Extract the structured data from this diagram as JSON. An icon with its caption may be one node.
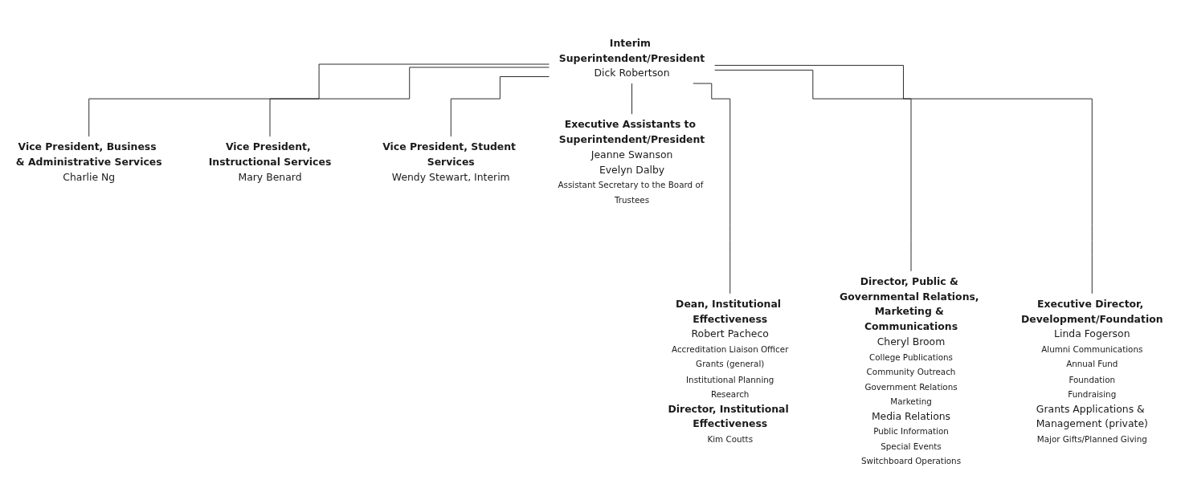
{
  "diagram": {
    "nodes": [
      {
        "text": [
          "Interim Superintendent/President",
          "Dick Robertson"
        ]
      },
      {
        "text": [
          "Vice President, Business & Administrative Services",
          "Charlie Ng"
        ]
      },
      {
        "text": [
          "Vice President, Instructional Services",
          "Mary Benard"
        ]
      },
      {
        "text": [
          "Vice President, Student Services",
          "Wendy Stewart, Interim"
        ]
      },
      {
        "text": [
          "Executive Assistants to Superintendent/President",
          "Jeanne Swanson",
          "Evelyn Dalby",
          "Assistant Secretary to the Board of Trustees"
        ]
      },
      {
        "text": [
          "Dean, Institutional Effectiveness",
          "Robert Pacheco",
          "Accreditation Liaison Officer",
          "Grants (general)",
          "Institutional Planning",
          "Research",
          "Director, Institutional Effectiveness",
          "Kim Coutts"
        ]
      },
      {
        "text": [
          "Director, Public & Governmental Relations, Marketing & Communications",
          "Cheryl Broom",
          "College Publications",
          "Community Outreach",
          "Government Relations",
          "Marketing",
          "Media Relations",
          "Public Information",
          "Special Events",
          "Switchboard Operations"
        ]
      },
      {
        "text": [
          "Executive Director, Development/Foundation",
          "Linda Fogerson",
          "Alumni Communications",
          "Annual Fund",
          "Foundation",
          "Fundraising",
          "Grants Applications & Management (private)",
          "Major Gifts/Planned Giving"
        ]
      }
    ],
    "edges": [
      {
        "from": 0,
        "to": 1,
        "arrow": "none"
      },
      {
        "from": 0,
        "to": 2,
        "arrow": "none"
      },
      {
        "from": 0,
        "to": 3,
        "arrow": "none"
      },
      {
        "from": 0,
        "to": 4,
        "arrow": "none"
      },
      {
        "from": 0,
        "to": 5,
        "arrow": "none"
      },
      {
        "from": 0,
        "to": 6,
        "arrow": "none"
      },
      {
        "from": 0,
        "to": 7,
        "arrow": "none"
      }
    ]
  }
}
